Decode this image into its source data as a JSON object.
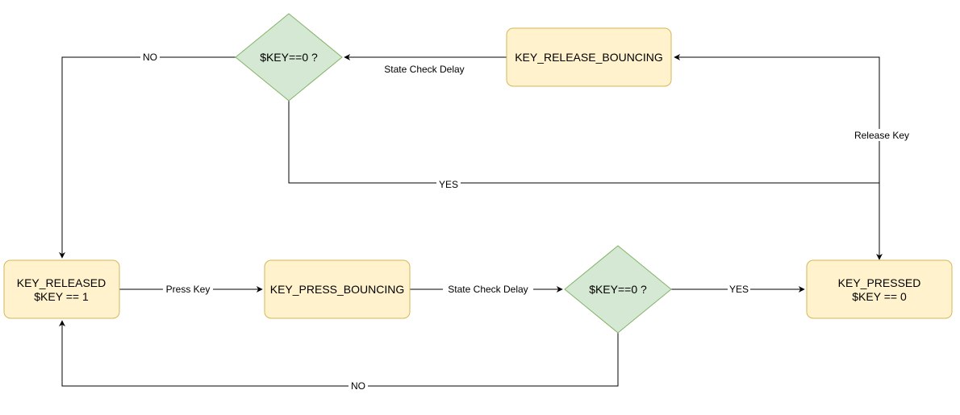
{
  "nodes": {
    "key_released": {
      "line1": "KEY_RELEASED",
      "line2": "$KEY == 1"
    },
    "key_press_bouncing": {
      "label": "KEY_PRESS_BOUNCING"
    },
    "decision_press": {
      "label": "$KEY==0 ?"
    },
    "key_pressed": {
      "line1": "KEY_PRESSED",
      "line2": "$KEY == 0"
    },
    "key_release_bouncing": {
      "label": "KEY_RELEASE_BOUNCING"
    },
    "decision_release": {
      "label": "$KEY==0 ?"
    }
  },
  "edges": {
    "press_key": "Press Key",
    "state_check_delay_bottom": "State Check Delay",
    "yes_bottom": "YES",
    "no_bottom": "NO",
    "release_key": "Release Key",
    "state_check_delay_top": "State Check Delay",
    "no_top": "NO",
    "yes_top": "YES"
  },
  "colors": {
    "state_fill": "#fff2cc",
    "state_stroke": "#d6b656",
    "decision_fill": "#d5e8d4",
    "decision_stroke": "#82b366"
  }
}
